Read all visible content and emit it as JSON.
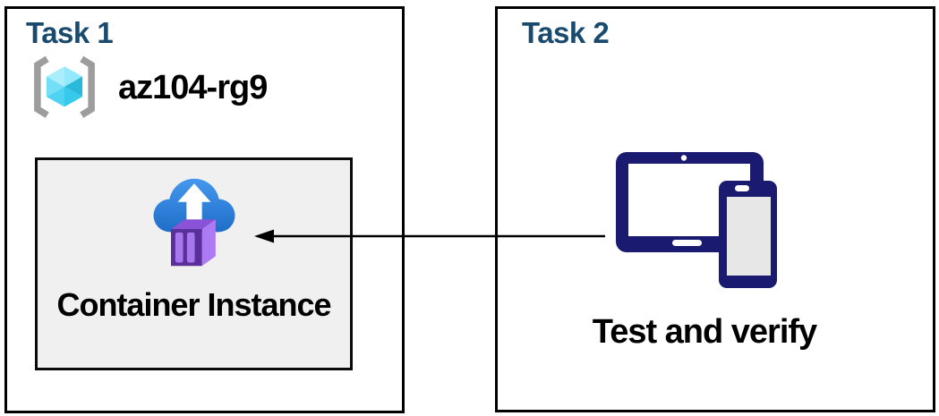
{
  "task1": {
    "title": "Task 1",
    "resource_group": {
      "name": "az104-rg9",
      "icon": "resource-group"
    },
    "container_instance": {
      "label": "Container Instance",
      "icon": "container-instance-upload"
    }
  },
  "task2": {
    "title": "Task 2",
    "label": "Test and verify",
    "icon": "tablet-and-phone-devices"
  },
  "connector": {
    "type": "arrow",
    "from": "task2-devices-icon",
    "to": "task1-container-instance-box"
  },
  "colors": {
    "task_title": "#1b4a6f",
    "box_border": "#000000",
    "container_box_bg": "#f0f0f0",
    "label_text": "#000000",
    "device_navy": "#1a1a70",
    "cloud_blue_top": "#4598ed",
    "cloud_blue_bottom": "#1e6dc8",
    "container_purple_front": "#5b2f9a",
    "container_purple_light": "#a678ee",
    "cube_cyan_light": "#abeefb",
    "cube_cyan_dark": "#2bb9d9",
    "bracket_gray": "#9d9d9d",
    "arrow_color": "#000000"
  }
}
